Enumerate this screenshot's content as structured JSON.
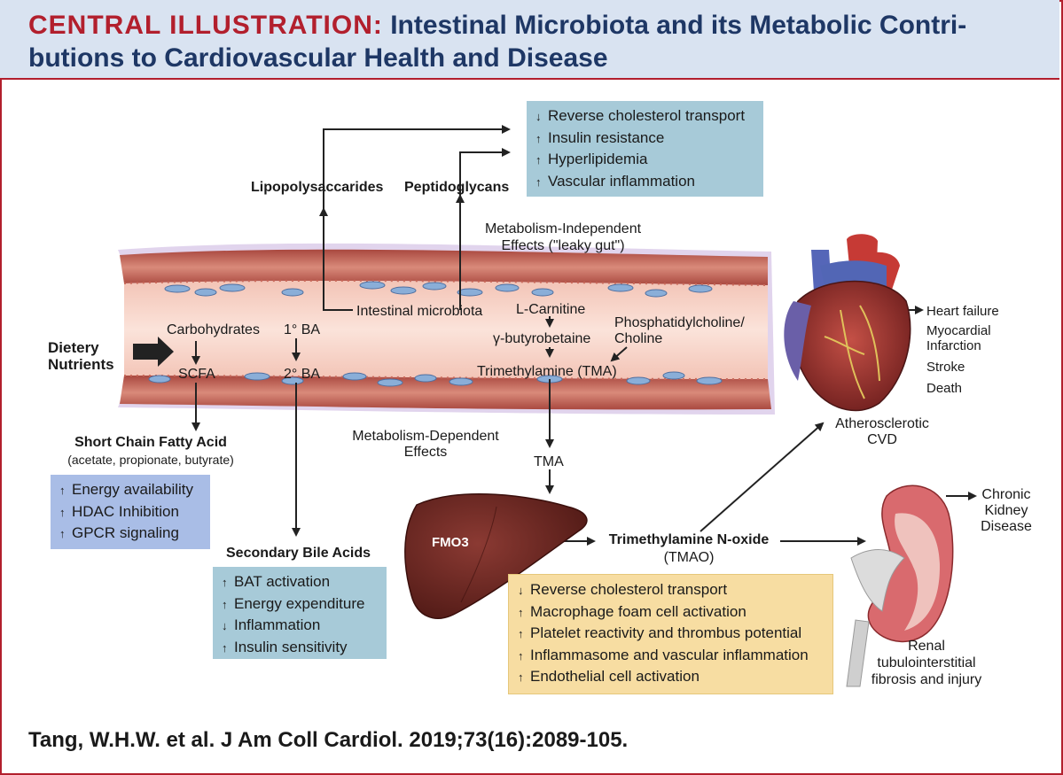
{
  "title": {
    "prefix": "CENTRAL ILLUSTRATION:",
    "main": "Intestinal Microbiota and its Metabolic Contri-",
    "main2": "butions to Cardiovascular Health and Disease"
  },
  "labels": {
    "lipopolysaccharides": "Lipopolysaccarides",
    "peptidoglycans": "Peptidoglycans",
    "metab_indep_1": "Metabolism-Independent",
    "metab_indep_2": "Effects  (\"leaky gut\")",
    "intestinal_microbiota": "Intestinal microbiota",
    "l_carnitine": "L-Carnitine",
    "gamma": "γ-butyrobetaine",
    "phosphatidyl_1": "Phosphatidylcholine/",
    "phosphatidyl_2": "Choline",
    "tma_full": "Trimethylamine (TMA)",
    "carbohydrates": "Carbohydrates",
    "ba1": "1° BA",
    "ba2": "2° BA",
    "scfa": "SCFA",
    "dietary_1": "Dietery",
    "dietary_2": "Nutrients",
    "scfa_title": "Short Chain Fatty Acid",
    "scfa_sub": "(acetate, propionate, butyrate)",
    "metab_dep_1": "Metabolism-Dependent",
    "metab_dep_2": "Effects",
    "tma": "TMA",
    "fmo3": "FMO3",
    "tmao_1": "Trimethylamine N-oxide",
    "tmao_2": "(TMAO)",
    "secondary_bile": "Secondary Bile Acids",
    "athero_1": "Atherosclerotic",
    "athero_2": "CVD",
    "heart_failure": "Heart failure",
    "mi_1": "Myocardial",
    "mi_2": "Infarction",
    "stroke": "Stroke",
    "death": "Death",
    "ckd_1": "Chronic",
    "ckd_2": "Kidney",
    "ckd_3": "Disease",
    "renal_1": "Renal",
    "renal_2": "tubulointerstitial",
    "renal_3": "fibrosis and injury"
  },
  "box_top": [
    {
      "dir": "↓",
      "text": "Reverse cholesterol transport"
    },
    {
      "dir": "↑",
      "text": "Insulin resistance"
    },
    {
      "dir": "↑",
      "text": "Hyperlipidemia"
    },
    {
      "dir": "↑",
      "text": "Vascular inflammation"
    }
  ],
  "box_scfa": [
    {
      "dir": "↑",
      "text": "Energy availability"
    },
    {
      "dir": "↑",
      "text": "HDAC Inhibition"
    },
    {
      "dir": "↑",
      "text": "GPCR signaling"
    }
  ],
  "box_bile": [
    {
      "dir": "↑",
      "text": "BAT activation"
    },
    {
      "dir": "↑",
      "text": "Energy expenditure"
    },
    {
      "dir": "↓",
      "text": "Inflammation"
    },
    {
      "dir": "↑",
      "text": "Insulin sensitivity"
    }
  ],
  "box_tmao": [
    {
      "dir": "↓",
      "text": "Reverse cholesterol transport"
    },
    {
      "dir": "↑",
      "text": "Macrophage foam cell activation"
    },
    {
      "dir": "↑",
      "text": "Platelet reactivity and thrombus potential"
    },
    {
      "dir": "↑",
      "text": "Inflammasome and vascular inflammation"
    },
    {
      "dir": "↑",
      "text": "Endothelial cell activation"
    }
  ],
  "citation": "Tang, W.H.W. et al. J Am Coll Cardiol. 2019;73(16):2089-105.",
  "colors": {
    "brand_red": "#b21f2d",
    "navy": "#1e3765",
    "header_bg": "#d9e3f1"
  }
}
